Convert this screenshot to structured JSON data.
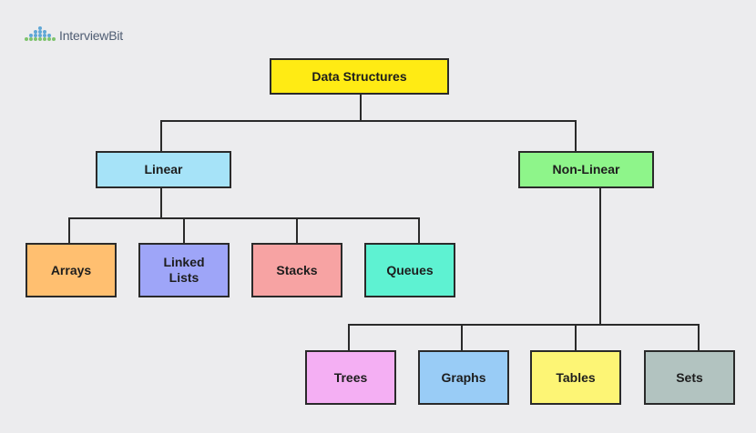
{
  "brand": {
    "logo_text": "InterviewBit"
  },
  "diagram": {
    "root": {
      "label": "Data Structures",
      "color": "#ffeb14"
    },
    "linear": {
      "label": "Linear",
      "color": "#a6e3f8"
    },
    "non_linear": {
      "label": "Non-Linear",
      "color": "#8ef58a"
    },
    "linear_children": [
      {
        "label": "Arrays",
        "color": "#ffbf70"
      },
      {
        "label": "Linked\nLists",
        "color": "#9ea5f8"
      },
      {
        "label": "Stacks",
        "color": "#f7a3a3"
      },
      {
        "label": "Queues",
        "color": "#5ef2d2"
      }
    ],
    "non_linear_children": [
      {
        "label": "Trees",
        "color": "#f4aff3"
      },
      {
        "label": "Graphs",
        "color": "#99ccf6"
      },
      {
        "label": "Tables",
        "color": "#fdf575"
      },
      {
        "label": "Sets",
        "color": "#b2c3c0"
      }
    ]
  }
}
